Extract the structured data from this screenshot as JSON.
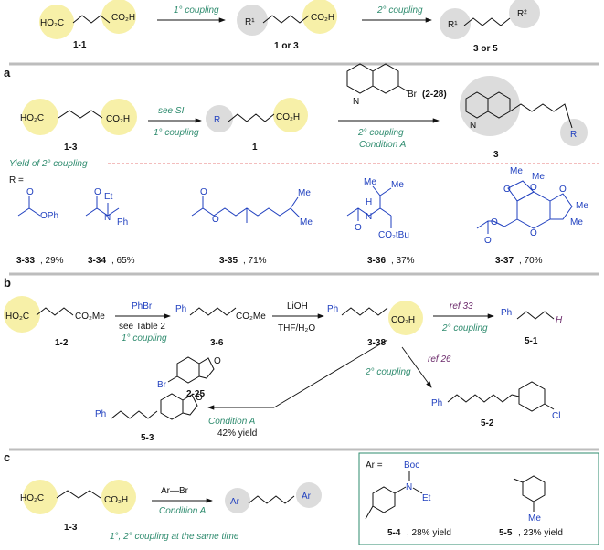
{
  "colors": {
    "highlight_yellow": "#f7f0a8",
    "highlight_grey": "#dcdcdc",
    "condition_green": "#2e8b6e",
    "reference_purple": "#6b2a6b",
    "substituent_blue": "#1f3fbf",
    "separator_red": "#e05050",
    "section_rule": "#bdbdbd",
    "box_border": "#2e8b6e"
  },
  "top": {
    "acid_left": "HO₂C",
    "acid_right": "CO₂H",
    "sm_label": "1-1",
    "step1": "1° coupling",
    "int_r": "R¹",
    "int_acid": "CO₂H",
    "int_label": "1 or 3",
    "step2": "2° coupling",
    "prod_r1": "R¹",
    "prod_r2": "R²",
    "prod_label": "3 or 5"
  },
  "section_a": {
    "letter": "a",
    "acid_left": "HO₂C",
    "acid_right": "CO₂H",
    "sm_label": "1-3",
    "see_si": "see SI",
    "step1": "1° coupling",
    "int_r": "R",
    "int_acid": "CO₂H",
    "int_label": "1",
    "quinoline_br": "Br",
    "quinoline_n": "N",
    "reagent_label": "(2-28)",
    "step2": "2° coupling",
    "condition": "Condition A",
    "prod_n": "N",
    "prod_r": "R",
    "prod_label": "3",
    "yield_heading": "Yield of 2° coupling",
    "r_heading": "R =",
    "substituents": [
      {
        "texts": [
          "O",
          "OPh"
        ],
        "label": "3-33",
        "yield": ", 29%"
      },
      {
        "texts": [
          "O",
          "Et",
          "N",
          "Ph"
        ],
        "label": "3-34",
        "yield": ", 65%"
      },
      {
        "texts": [
          "O",
          "O",
          "Me",
          "Me"
        ],
        "label": "3-35",
        "yield": ", 71%"
      },
      {
        "texts": [
          "O",
          "N",
          "H",
          "Me",
          "Me",
          "CO₂tBu"
        ],
        "label": "3-36",
        "yield": ", 37%"
      },
      {
        "texts": [
          "O",
          "O",
          "O",
          "O",
          "O",
          "O",
          "Me",
          "Me",
          "Me",
          "Me"
        ],
        "label": "3-37",
        "yield": ", 70%"
      }
    ]
  },
  "section_b": {
    "letter": "b",
    "acid_left": "HO₂C",
    "ester_right": "CO₂Me",
    "sm_label": "1-2",
    "reagent": "PhBr",
    "see_table": "see Table 2",
    "step1": "1° coupling",
    "int_ph": "Ph",
    "int_ester": "CO₂Me",
    "int_label": "3-6",
    "hydrolysis_reagent": "LiOH",
    "hydrolysis_solvent": "THF/H₂O",
    "acid_ph": "Ph",
    "acid_right": "CO₂H",
    "acid_label": "3-38",
    "ref_33": "ref 33",
    "step2_top": "2° coupling",
    "diene_ph": "Ph",
    "diene_h": "H",
    "diene_label": "5-1",
    "ref_26": "ref 26",
    "step2_mid": "2° coupling",
    "triene_ph": "Ph",
    "triene_cl": "Cl",
    "triene_label": "5-2",
    "bf_br": "Br",
    "bf_o": "O",
    "bf_label": "2-25",
    "condition": "Condition A",
    "yield": "42% yield",
    "final_ph": "Ph",
    "final_o": "O",
    "final_label": "5-3"
  },
  "section_c": {
    "letter": "c",
    "acid_left": "HO₂C",
    "acid_right": "CO₂H",
    "sm_label": "1-3",
    "reagent": "Ar—Br",
    "condition": "Condition A",
    "note": "1°, 2° coupling at the same time",
    "prod_ar_left": "Ar",
    "prod_ar_right": "Ar",
    "box_heading": "Ar =",
    "examples": [
      {
        "texts": [
          "Boc",
          "N",
          "Et"
        ],
        "label": "5-4",
        "yield": ", 28% yield"
      },
      {
        "texts": [
          "Me"
        ],
        "label": "5-5",
        "yield": ", 23% yield"
      }
    ]
  }
}
